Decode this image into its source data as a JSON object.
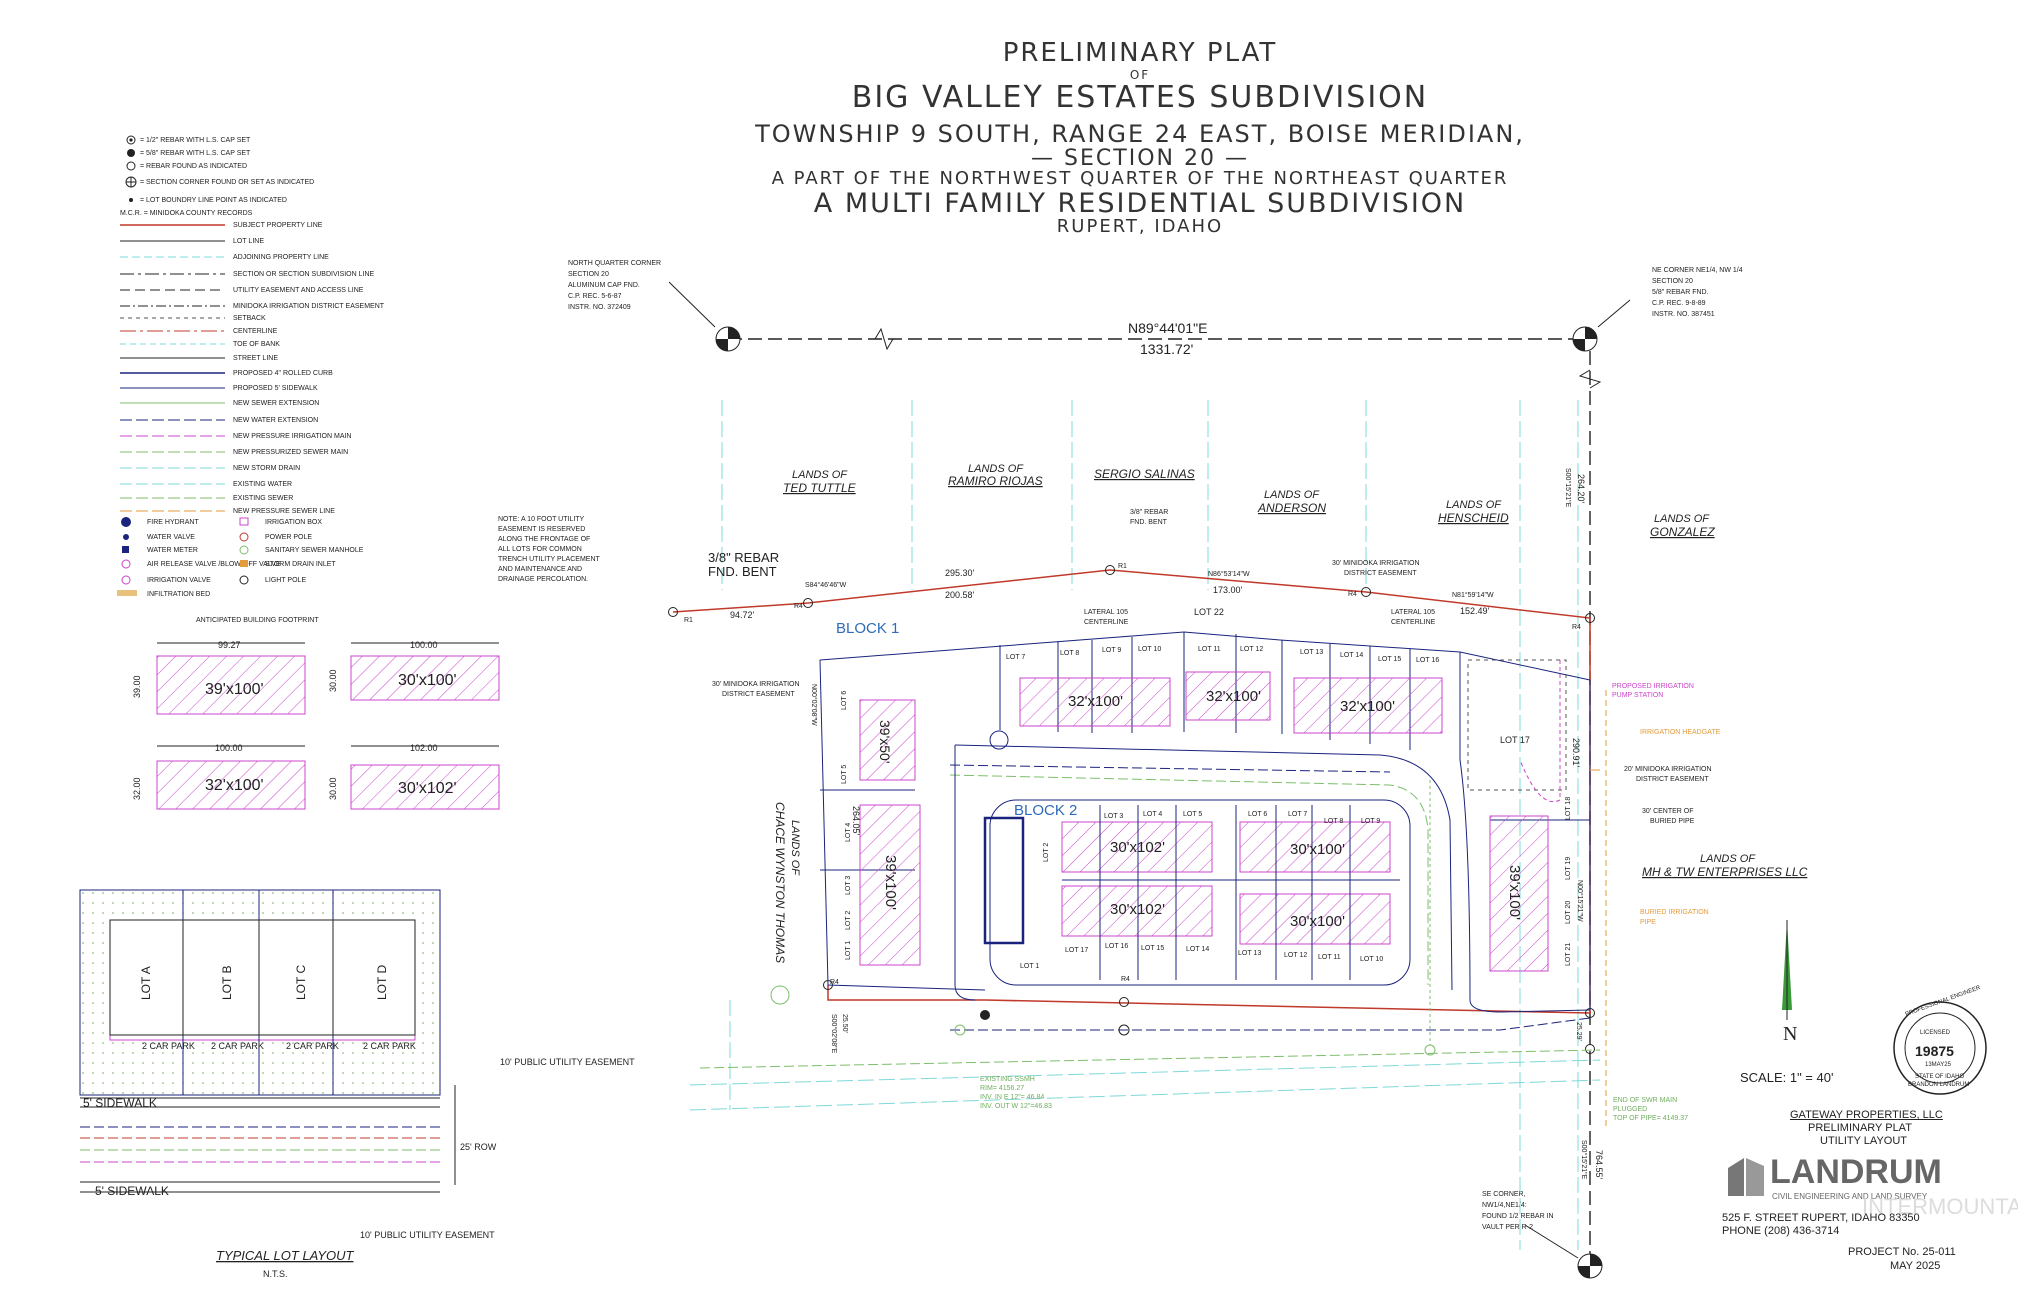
{
  "title": {
    "line1": "PRELIMINARY PLAT",
    "line2": "OF",
    "line3": "BIG VALLEY ESTATES SUBDIVISION",
    "line4": "TOWNSHIP 9 SOUTH, RANGE 24 EAST, BOISE MERIDIAN,",
    "line5": "— SECTION 20 —",
    "line6": "A PART OF THE NORTHWEST QUARTER OF THE NORTHEAST QUARTER",
    "line7": "A MULTI FAMILY RESIDENTIAL SUBDIVISION",
    "line8": "RUPERT, IDAHO"
  },
  "legend": [
    "= 1/2\" REBAR WITH L.S. CAP SET",
    "= 5/8\" REBAR WITH L.S. CAP SET",
    "= REBAR FOUND AS INDICATED",
    "= SECTION CORNER FOUND OR SET AS INDICATED",
    "= LOT BOUNDRY LINE POINT AS INDICATED",
    "M.C.R. = MINIDOKA COUNTY RECORDS",
    "SUBJECT PROPERTY LINE",
    "LOT LINE",
    "ADJOINING PROPERTY LINE",
    "SECTION OR SECTION SUBDIVISION LINE",
    "UTILITY EASEMENT AND ACCESS LINE",
    "MINIDOKA IRRIGATION DISTRICT EASEMENT",
    "SETBACK",
    "CENTERLINE",
    "TOE OF BANK",
    "STREET LINE",
    "PROPOSED 4\" ROLLED CURB",
    "PROPOSED 5' SIDEWALK",
    "NEW SEWER EXTENSION",
    "NEW WATER EXTENSION",
    "NEW PRESSURE IRRIGATION MAIN",
    "NEW PRESSURIZED SEWER MAIN",
    "NEW STORM DRAIN",
    "EXISTING WATER",
    "EXISTING SEWER",
    "NEW PRESSURE SEWER LINE"
  ],
  "legend_symbols": [
    "FIRE HYDRANT",
    "IRRIGATION BOX",
    "WATER VALVE",
    "POWER POLE",
    "WATER METER",
    "SANITARY SEWER MANHOLE",
    "AIR RELEASE VALVE /BLOW-OFF VALVE",
    "STORM DRAIN INLET",
    "IRRIGATION VALVE",
    "LIGHT POLE",
    "INFILTRATION BED"
  ],
  "footprints": {
    "heading": "ANTICIPATED BUILDING FOOTPRINT",
    "items": [
      {
        "label": "39'x100'",
        "top_dim": "99.27",
        "side_dim": "39.00"
      },
      {
        "label": "30'x100'",
        "top_dim": "100.00",
        "side_dim": "30.00"
      },
      {
        "label": "32'x100'",
        "top_dim": "100.00",
        "side_dim": "32.00"
      },
      {
        "label": "30'x102'",
        "top_dim": "102.00",
        "side_dim": "30.00"
      }
    ]
  },
  "typical_lot": {
    "lots": [
      "LOT A",
      "LOT B",
      "LOT C",
      "LOT D"
    ],
    "parking": "2 CAR PARK",
    "sidewalk": "5' SIDEWALK",
    "easement": "10' PUBLIC UTILITY EASEMENT",
    "row": "25' ROW",
    "title": "TYPICAL LOT LAYOUT",
    "subtitle": "N.T.S."
  },
  "corners": {
    "north_quarter": [
      "NORTH QUARTER CORNER",
      "SECTION 20",
      "ALUMINUM CAP FND.",
      "C.P. REC. 5-6-87",
      "INSTR. NO. 372409"
    ],
    "ne_corner": [
      "NE CORNER NE1/4, NW 1/4",
      "SECTION 20",
      "5/8\" REBAR FND.",
      "C.P. REC. 9-8-89",
      "INSTR. NO. 387451"
    ],
    "se_corner": [
      "SE CORNER,",
      "NW1/4,NE1/4:",
      "FOUND 1/2 REBAR IN",
      "VAULT PER R-2"
    ],
    "north_bearing": "N89°44'01\"E",
    "north_distance": "1331.72'"
  },
  "lands": [
    {
      "line1": "LANDS OF",
      "line2": "TED TUTTLE"
    },
    {
      "line1": "LANDS OF",
      "line2": "RAMIRO RIOJAS"
    },
    {
      "line1": "",
      "line2": "SERGIO SALINAS"
    },
    {
      "line1": "LANDS OF",
      "line2": "ANDERSON"
    },
    {
      "line1": "LANDS OF",
      "line2": "HENSCHEID"
    },
    {
      "line1": "LANDS OF",
      "line2": "GONZALEZ"
    },
    {
      "line1": "LANDS OF",
      "line2": "MH & TW ENTERPRISES LLC"
    },
    {
      "line1": "LANDS OF",
      "line2": "CHACE WYNSTON THOMAS"
    }
  ],
  "notes": {
    "utility_note": [
      "NOTE: A 10 FOOT UTILITY",
      "EASEMENT IS RESERVED",
      "ALONG THE FRONTAGE OF",
      "ALL LOTS FOR COMMON",
      "TRENCH UTILITY PLACEMENT",
      "AND MAINTENANCE AND",
      "DRAINAGE PERCOLATION."
    ],
    "rebar_bent_1": [
      "3/8\" REBAR",
      "FND. BENT"
    ],
    "rebar_bent_2": [
      "3/8\" REBAR",
      "FND. BENT"
    ],
    "mid_easement_1": [
      "30' MINIDOKA IRRIGATION",
      "DISTRICT EASEMENT"
    ],
    "mid_easement_2": [
      "30' MINIDOKA IRRIGATION",
      "DISTRICT EASEMENT"
    ],
    "mid_easement_3": [
      "20' MINIDOKA IRRIGATION",
      "DISTRICT EASEMENT"
    ],
    "lateral_1": [
      "LATERAL 105",
      "CENTERLINE"
    ],
    "lateral_2": [
      "LATERAL 105",
      "CENTERLINE"
    ],
    "buried_pipe": [
      "30' CENTER OF",
      "BURIED PIPE"
    ],
    "pump_station": [
      "PROPOSED IRRIGATION",
      "PUMP STATION"
    ],
    "headgate": "IRRIGATION HEADGATE",
    "buried_irrigation": [
      "BURIED IRRIGATION",
      "PIPE"
    ],
    "end_main": [
      "END OF SWR MAIN",
      "PLUGGED",
      "TOP OF PIPE= 4149.37"
    ],
    "existing_ssmh": [
      "EXISTING SSMH",
      "RIM= 4156.27",
      "INV. IN E 12\"= 46.84",
      "INV. OUT W 12\"=46.83"
    ]
  },
  "bearings": {
    "b1": "S84°46'46\"W",
    "b2": "295.30'",
    "b3": "200.58'",
    "b4": "94.72'",
    "b5": "N86°53'14\"W",
    "b6": "173.00'",
    "b7": "N81°59'14\"W",
    "b8": "152.49'",
    "b9": "S00°15'21\"E",
    "b10": "264.20'",
    "b11": "290.91'",
    "b12": "N00°15'21\"W",
    "b13": "N00°02'08\"W",
    "b14": "264.05'",
    "b15": "S00°02'08\"E",
    "b16": "25.50'",
    "b17": "S00°15'21\"E",
    "b18": "764.55'",
    "b19": "25.29'",
    "r1": "R1",
    "r1b": "R1",
    "r4a": "R4",
    "r4b": "R4",
    "r4c": "R4",
    "r4d": "R4",
    "r4e": "R4"
  },
  "blocks": {
    "block1": "BLOCK 1",
    "block2": "BLOCK 2"
  },
  "lots_block1": [
    "LOT 7",
    "LOT 8",
    "LOT 9",
    "LOT 10",
    "LOT 11",
    "LOT 12",
    "LOT 13",
    "LOT 14",
    "LOT 15",
    "LOT 16",
    "LOT 22",
    "LOT 17",
    "LOT 6",
    "LOT 5",
    "LOT 4",
    "LOT 3",
    "LOT 2",
    "LOT 1",
    "LOT 18",
    "LOT 19",
    "LOT 20",
    "LOT 21"
  ],
  "lots_block2": [
    "LOT 2",
    "LOT 3",
    "LOT 4",
    "LOT 5",
    "LOT 6",
    "LOT 7",
    "LOT 8",
    "LOT 9",
    "LOT 1",
    "LOT 17",
    "LOT 16",
    "LOT 15",
    "LOT 14",
    "LOT 13",
    "LOT 12",
    "LOT 11",
    "LOT 10"
  ],
  "footprint_labels": {
    "f1": "32'x100'",
    "f2": "32'x100'",
    "f3": "32'x100'",
    "f4": "39'x50'",
    "f5": "39'x100'",
    "f6": "30'x102'",
    "f7": "30'x100'",
    "f8": "30'x102'",
    "f9": "30'x100'",
    "f10": "39'x100'"
  },
  "seal": {
    "number": "19875",
    "date": "13MAY25",
    "text1": "PROFESSIONAL ENGINEER",
    "text2": "LICENSED",
    "text3": "STATE OF IDAHO",
    "text4": "BRANDON LANDRUM"
  },
  "north_arrow": "N",
  "scale": "SCALE: 1\" = 40'",
  "title_block": {
    "client": "GATEWAY PROPERTIES, LLC",
    "doc1": "PRELIMINARY PLAT",
    "doc2": "UTILITY LAYOUT",
    "company": "LANDRUM",
    "tagline": "CIVIL ENGINEERING AND LAND SURVEY",
    "watermark": "INTERMOUNTAIN",
    "address": "525 F. STREET RUPERT, IDAHO 83350",
    "phone": "PHONE (208) 436-3714",
    "project": "PROJECT No. 25-011",
    "date": "MAY 2025"
  },
  "colors": {
    "property": "#c0392b",
    "lot": "#1a237e",
    "easement": "#7fd8d8",
    "sewer": "#7cbf6b",
    "footprint": "#cc44cc",
    "irrigation": "#e39b3b"
  }
}
